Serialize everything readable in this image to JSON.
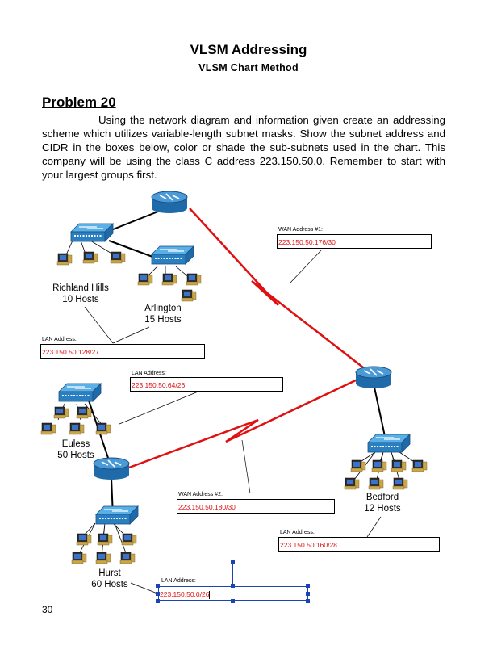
{
  "header": {
    "title": "VLSM Addressing",
    "subtitle": "VLSM Chart Method"
  },
  "problem": {
    "heading": "Problem 20",
    "text": "Using the network diagram and information given create an addressing scheme which utilizes variable-length subnet masks.  Show the subnet address and CIDR in the boxes below, color or shade the sub-subnets used in the chart.  This company will be using the class C address 223.150.50.0.  Remember to start with your largest groups first."
  },
  "sites": {
    "richland": {
      "name": "Richland Hills",
      "hosts": "10 Hosts"
    },
    "arlington": {
      "name": "Arlington",
      "hosts": "15 Hosts"
    },
    "euless": {
      "name": "Euless",
      "hosts": "50 Hosts"
    },
    "hurst": {
      "name": "Hurst",
      "hosts": "60 Hosts"
    },
    "bedford": {
      "name": "Bedford",
      "hosts": "12 Hosts"
    }
  },
  "addresses": {
    "wan1": {
      "label": "WAN Address #1:",
      "value": "223.150.50.176/30"
    },
    "wan2": {
      "label": "WAN Address #2:",
      "value": "223.150.50.180/30"
    },
    "lan_richland_arlington": {
      "label": "LAN Address:",
      "value": "223.150.50.128/27"
    },
    "lan_euless": {
      "label": "LAN Address:",
      "value": "223.150.50.64/26"
    },
    "lan_bedford": {
      "label": "LAN Address:",
      "value": "223.150.50.160/28"
    },
    "lan_hurst": {
      "label": "LAN Address:",
      "value": "223.150.50.0/26"
    }
  },
  "footer": {
    "page_number": "30"
  },
  "colors": {
    "wan_link": "#e01010",
    "device_blue": "#2a7fc0",
    "value_text": "#e01010",
    "selection": "#1a44b5"
  },
  "icons": [
    "router-icon",
    "switch-icon",
    "computer-icon"
  ]
}
